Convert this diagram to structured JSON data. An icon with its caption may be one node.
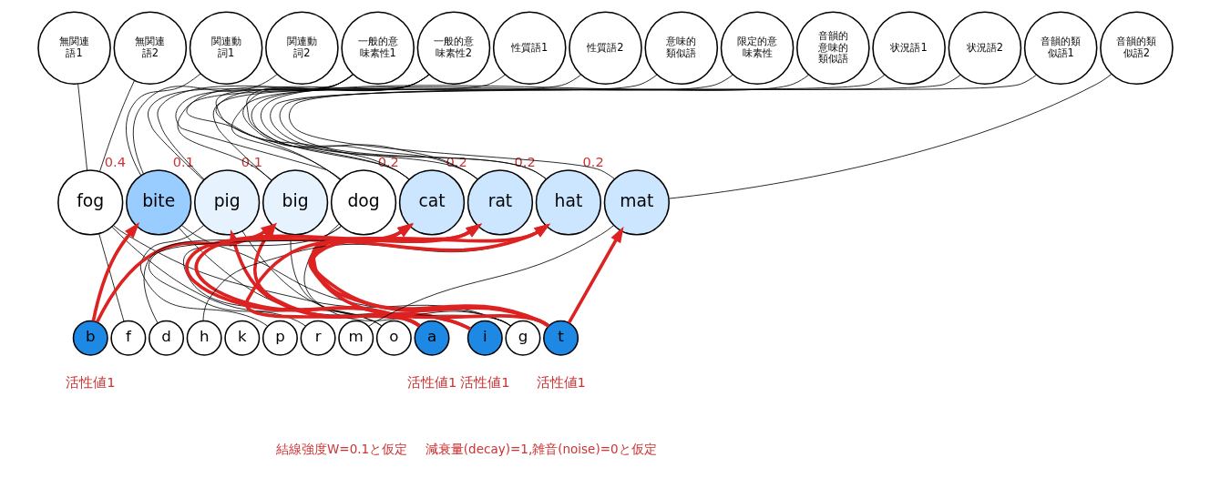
{
  "diagram": {
    "nodes": [
      {
        "text": [
          "無関連語1"
        ]
      },
      {
        "text": [
          "無関連語2"
        ]
      },
      {
        "text": [
          "関連動詞1"
        ]
      },
      {
        "text": [
          "関連動詞2"
        ]
      },
      {
        "text": [
          "一般的意味素性1"
        ]
      },
      {
        "text": [
          "一般的意味素性2"
        ]
      },
      {
        "text": [
          "性質語1"
        ]
      },
      {
        "text": [
          "性質語2"
        ]
      },
      {
        "text": [
          "意味的類似語"
        ]
      },
      {
        "text": [
          "限定的意味素性"
        ]
      },
      {
        "text": [
          "音韻的意味的類似語"
        ]
      },
      {
        "text": [
          "状況語1"
        ]
      },
      {
        "text": [
          "状況語2"
        ]
      },
      {
        "text": [
          "音韻的類似語1"
        ]
      },
      {
        "text": [
          "音韻的類似語2"
        ]
      },
      {
        "text": [
          "fog"
        ]
      },
      {
        "text": [
          "bite"
        ],
        "beside": [
          "0.4"
        ]
      },
      {
        "text": [
          "pig"
        ],
        "beside": [
          "0.1"
        ]
      },
      {
        "text": [
          "big"
        ],
        "beside": [
          "0.1"
        ]
      },
      {
        "text": [
          "dog"
        ]
      },
      {
        "text": [
          "cat"
        ],
        "beside": [
          "0.2"
        ]
      },
      {
        "text": [
          "rat"
        ],
        "beside": [
          "0.2"
        ]
      },
      {
        "text": [
          "hat"
        ],
        "beside": [
          "0.2"
        ]
      },
      {
        "text": [
          "mat"
        ],
        "beside": [
          "0.2"
        ]
      },
      {
        "text": [
          "b"
        ],
        "beside": [
          "活性値1"
        ]
      },
      {
        "text": [
          "f"
        ]
      },
      {
        "text": [
          "d"
        ]
      },
      {
        "text": [
          "h"
        ]
      },
      {
        "text": [
          "k"
        ]
      },
      {
        "text": [
          "p"
        ]
      },
      {
        "text": [
          "r"
        ]
      },
      {
        "text": [
          "m"
        ]
      },
      {
        "text": [
          "o"
        ]
      },
      {
        "text": [
          "a"
        ],
        "beside": [
          "活性値1"
        ]
      },
      {
        "text": [
          "i"
        ],
        "beside": [
          "活性値1"
        ]
      },
      {
        "text": [
          "g"
        ]
      },
      {
        "text": [
          "t"
        ],
        "beside": [
          "活性値1"
        ]
      }
    ],
    "edges": [
      {
        "from": 0,
        "to": 15,
        "arrow": "none"
      },
      {
        "from": 1,
        "to": 15,
        "arrow": "none"
      },
      {
        "from": 2,
        "to": 16,
        "arrow": "none"
      },
      {
        "from": 3,
        "to": 16,
        "arrow": "none"
      },
      {
        "from": 4,
        "to": 17,
        "arrow": "none"
      },
      {
        "from": 4,
        "to": 19,
        "arrow": "none"
      },
      {
        "from": 4,
        "to": 20,
        "arrow": "none"
      },
      {
        "from": 4,
        "to": 21,
        "arrow": "none"
      },
      {
        "from": 5,
        "to": 17,
        "arrow": "none"
      },
      {
        "from": 5,
        "to": 19,
        "arrow": "none"
      },
      {
        "from": 5,
        "to": 20,
        "arrow": "none"
      },
      {
        "from": 5,
        "to": 21,
        "arrow": "none"
      },
      {
        "from": 6,
        "to": 18,
        "arrow": "none"
      },
      {
        "from": 7,
        "to": 18,
        "arrow": "none"
      },
      {
        "from": 8,
        "to": 19,
        "arrow": "none"
      },
      {
        "from": 9,
        "to": 20,
        "arrow": "none"
      },
      {
        "from": 10,
        "to": 21,
        "arrow": "none"
      },
      {
        "from": 11,
        "to": 22,
        "arrow": "none"
      },
      {
        "from": 12,
        "to": 22,
        "arrow": "none"
      },
      {
        "from": 13,
        "to": 23,
        "arrow": "none"
      },
      {
        "from": 14,
        "to": 23,
        "arrow": "none"
      },
      {
        "from": 15,
        "to": 25,
        "arrow": "none"
      },
      {
        "from": 15,
        "to": 32,
        "arrow": "none"
      },
      {
        "from": 15,
        "to": 35,
        "arrow": "none"
      },
      {
        "from": 16,
        "to": 34,
        "arrow": "none"
      },
      {
        "from": 16,
        "to": 36,
        "arrow": "none"
      },
      {
        "from": 17,
        "to": 29,
        "arrow": "none"
      },
      {
        "from": 17,
        "to": 35,
        "arrow": "none"
      },
      {
        "from": 18,
        "to": 35,
        "arrow": "none"
      },
      {
        "from": 19,
        "to": 26,
        "arrow": "none"
      },
      {
        "from": 19,
        "to": 32,
        "arrow": "none"
      },
      {
        "from": 19,
        "to": 35,
        "arrow": "none"
      },
      {
        "from": 21,
        "to": 30,
        "arrow": "none"
      },
      {
        "from": 22,
        "to": 27,
        "arrow": "none"
      },
      {
        "from": 23,
        "to": 31,
        "arrow": "none"
      },
      {
        "from": 24,
        "to": 16,
        "arrow": "to",
        "style": "thick",
        "color": "#dd2222"
      },
      {
        "from": 24,
        "to": 18,
        "arrow": "to",
        "style": "thick",
        "color": "#dd2222"
      },
      {
        "from": 33,
        "to": 20,
        "arrow": "to",
        "style": "thick",
        "color": "#dd2222"
      },
      {
        "from": 33,
        "to": 21,
        "arrow": "to",
        "style": "thick",
        "color": "#dd2222"
      },
      {
        "from": 33,
        "to": 22,
        "arrow": "to",
        "style": "thick",
        "color": "#dd2222"
      },
      {
        "from": 34,
        "to": 17,
        "arrow": "to",
        "style": "thick",
        "color": "#dd2222"
      },
      {
        "from": 34,
        "to": 18,
        "arrow": "to",
        "style": "thick",
        "color": "#dd2222"
      },
      {
        "from": 36,
        "to": 20,
        "arrow": "to",
        "style": "thick",
        "color": "#dd2222"
      },
      {
        "from": 36,
        "to": 21,
        "arrow": "to",
        "style": "thick",
        "color": "#dd2222"
      },
      {
        "from": 36,
        "to": 22,
        "arrow": "to",
        "style": "thick",
        "color": "#dd2222"
      },
      {
        "from": 36,
        "to": 23,
        "arrow": "to",
        "style": "thick",
        "color": "#dd2222"
      }
    ],
    "labels": [
      "結線強度W=0.1と仮定",
      "減衰量(decay)=1,雑音(noise)=0と仮定"
    ]
  }
}
